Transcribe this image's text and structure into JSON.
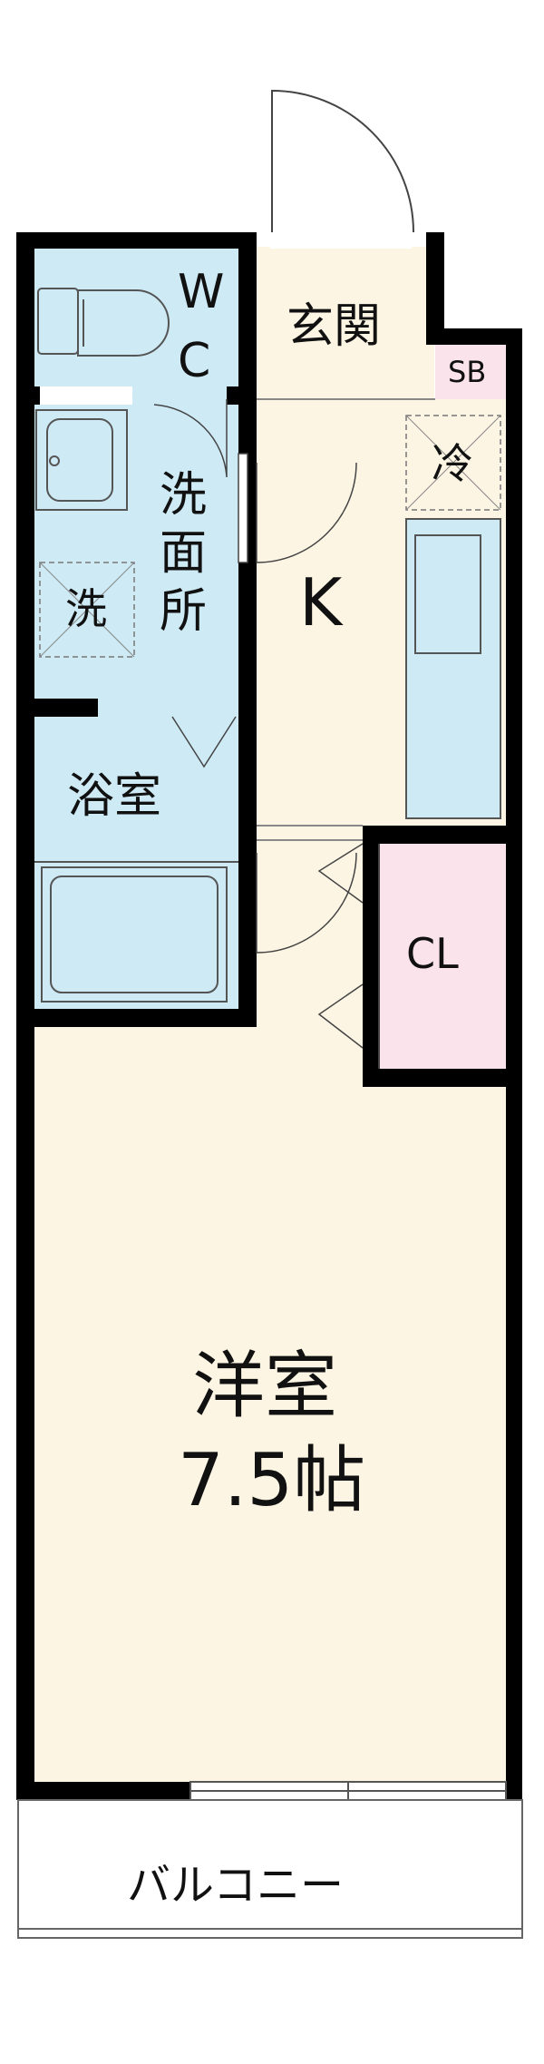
{
  "rooms": {
    "wc": {
      "label_top": "W",
      "label_bottom": "C"
    },
    "genkan": {
      "label": "玄関"
    },
    "shoe_box": {
      "label": "SB"
    },
    "fridge": {
      "label": "冷"
    },
    "senmenjo": {
      "label": [
        "洗",
        "面",
        "所"
      ]
    },
    "washer": {
      "label": "洗"
    },
    "kitchen": {
      "label": "K"
    },
    "bath": {
      "label": "浴室"
    },
    "closet": {
      "label": "CL"
    },
    "western_room": {
      "label": "洋室",
      "size": "7.5帖"
    },
    "balcony": {
      "label": "バルコニー"
    }
  },
  "colors": {
    "wall": "#000000",
    "wet_area": "#cdeaf5",
    "floor": "#fdf5e4",
    "closet": "#fbe3ec",
    "fixture_stroke": "#555555"
  }
}
